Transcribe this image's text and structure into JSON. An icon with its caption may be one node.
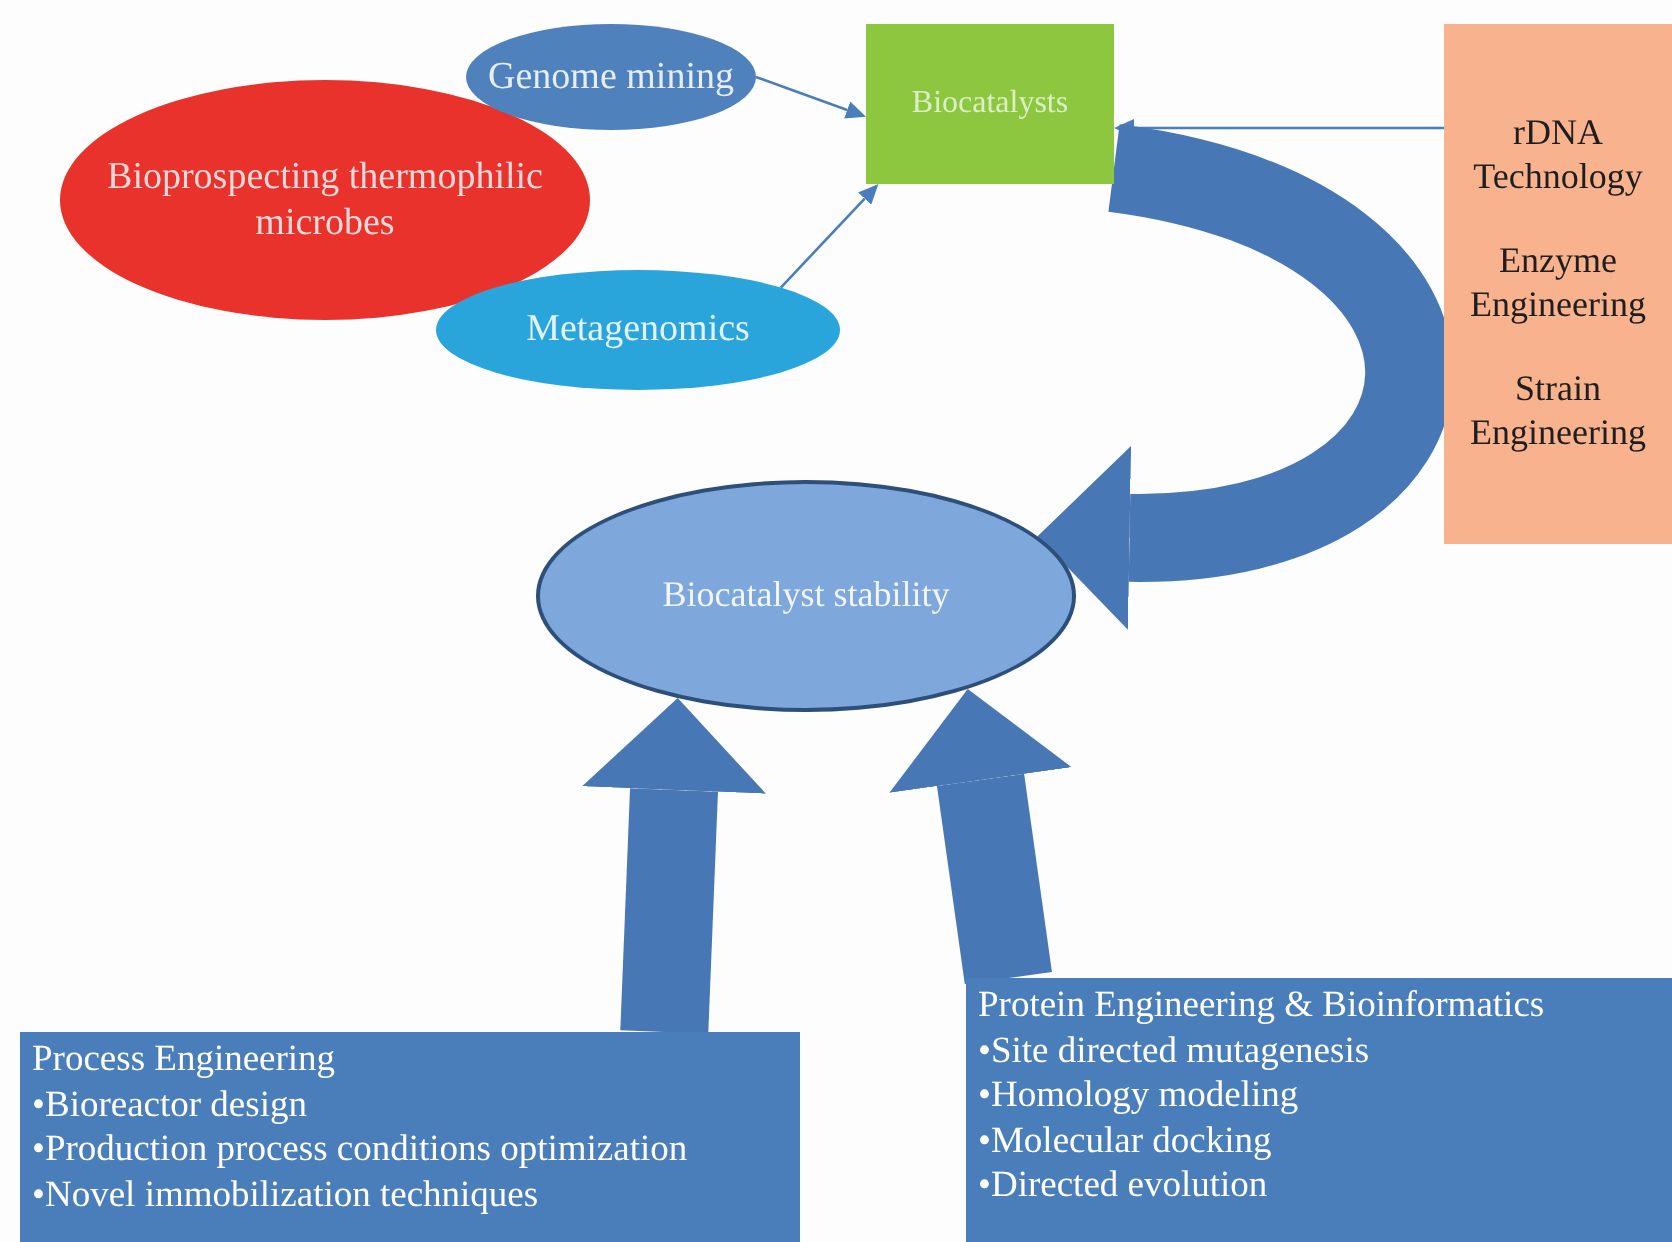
{
  "diagram": {
    "nodes": [
      {
        "text": [
          "Bioprospecting thermophilic microbes"
        ]
      },
      {
        "text": [
          "Genome mining"
        ]
      },
      {
        "text": [
          "Metagenomics"
        ]
      },
      {
        "text": [
          "Biocatalysts"
        ]
      },
      {
        "text": [
          "rDNA Technology",
          "Enzyme Engineering",
          "Strain Engineering"
        ]
      },
      {
        "text": [
          "Biocatalyst stability"
        ]
      },
      {
        "text": [
          "Process Engineering",
          "•Bioreactor design",
          "•Production process conditions optimization",
          "•Novel immobilization techniques"
        ]
      },
      {
        "text": [
          "Protein Engineering & Bioinformatics",
          "•Site directed mutagenesis",
          "•Homology modeling",
          "•Molecular docking",
          "•Directed evolution"
        ]
      }
    ],
    "edges": [
      {
        "from": 1,
        "to": 3,
        "arrow": "to"
      },
      {
        "from": 2,
        "to": 3,
        "arrow": "to"
      },
      {
        "from": 4,
        "to": 3,
        "arrow": "to"
      },
      {
        "from": 3,
        "to": 5,
        "arrow": "to",
        "style": "thick"
      },
      {
        "from": 6,
        "to": 5,
        "arrow": "to",
        "style": "thick"
      },
      {
        "from": 7,
        "to": 5,
        "arrow": "to",
        "style": "thick"
      }
    ]
  }
}
